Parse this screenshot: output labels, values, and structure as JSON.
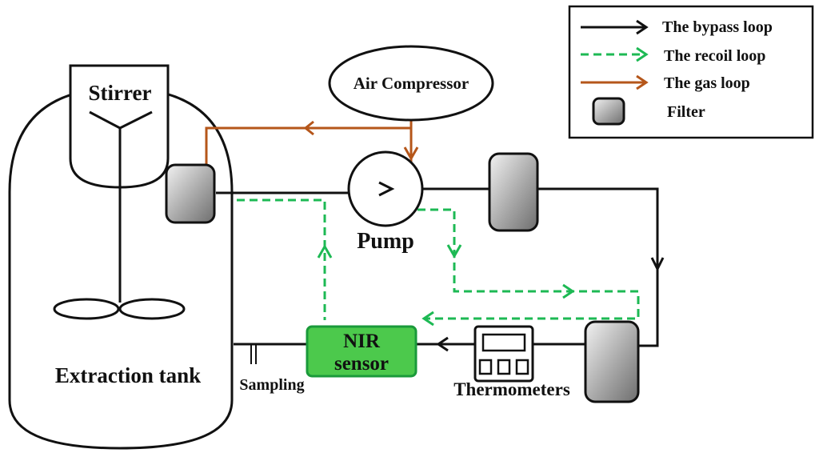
{
  "legend": {
    "items": [
      {
        "label": "The bypass loop",
        "style": "solid",
        "color": "#111111"
      },
      {
        "label": "The recoil loop",
        "style": "dashed",
        "color": "#1db954"
      },
      {
        "label": "The gas loop",
        "style": "solid",
        "color": "#b5561a"
      },
      {
        "label": "Filter",
        "style": "filter-box",
        "color": "#9a9a9a"
      }
    ]
  },
  "components": {
    "stirrer": "Stirrer",
    "air_compressor": "Air Compressor",
    "pump": "Pump",
    "extraction_tank": "Extraction tank",
    "nir_sensor_line1": "NIR",
    "nir_sensor_line2": "sensor",
    "thermometers": "Thermometers",
    "sampling": "Sampling"
  },
  "colors": {
    "bypass": "#111111",
    "recoil": "#1db954",
    "gas": "#b5561a",
    "nir_fill": "#4cc94c",
    "filter_fill": "#9a9a9a"
  }
}
